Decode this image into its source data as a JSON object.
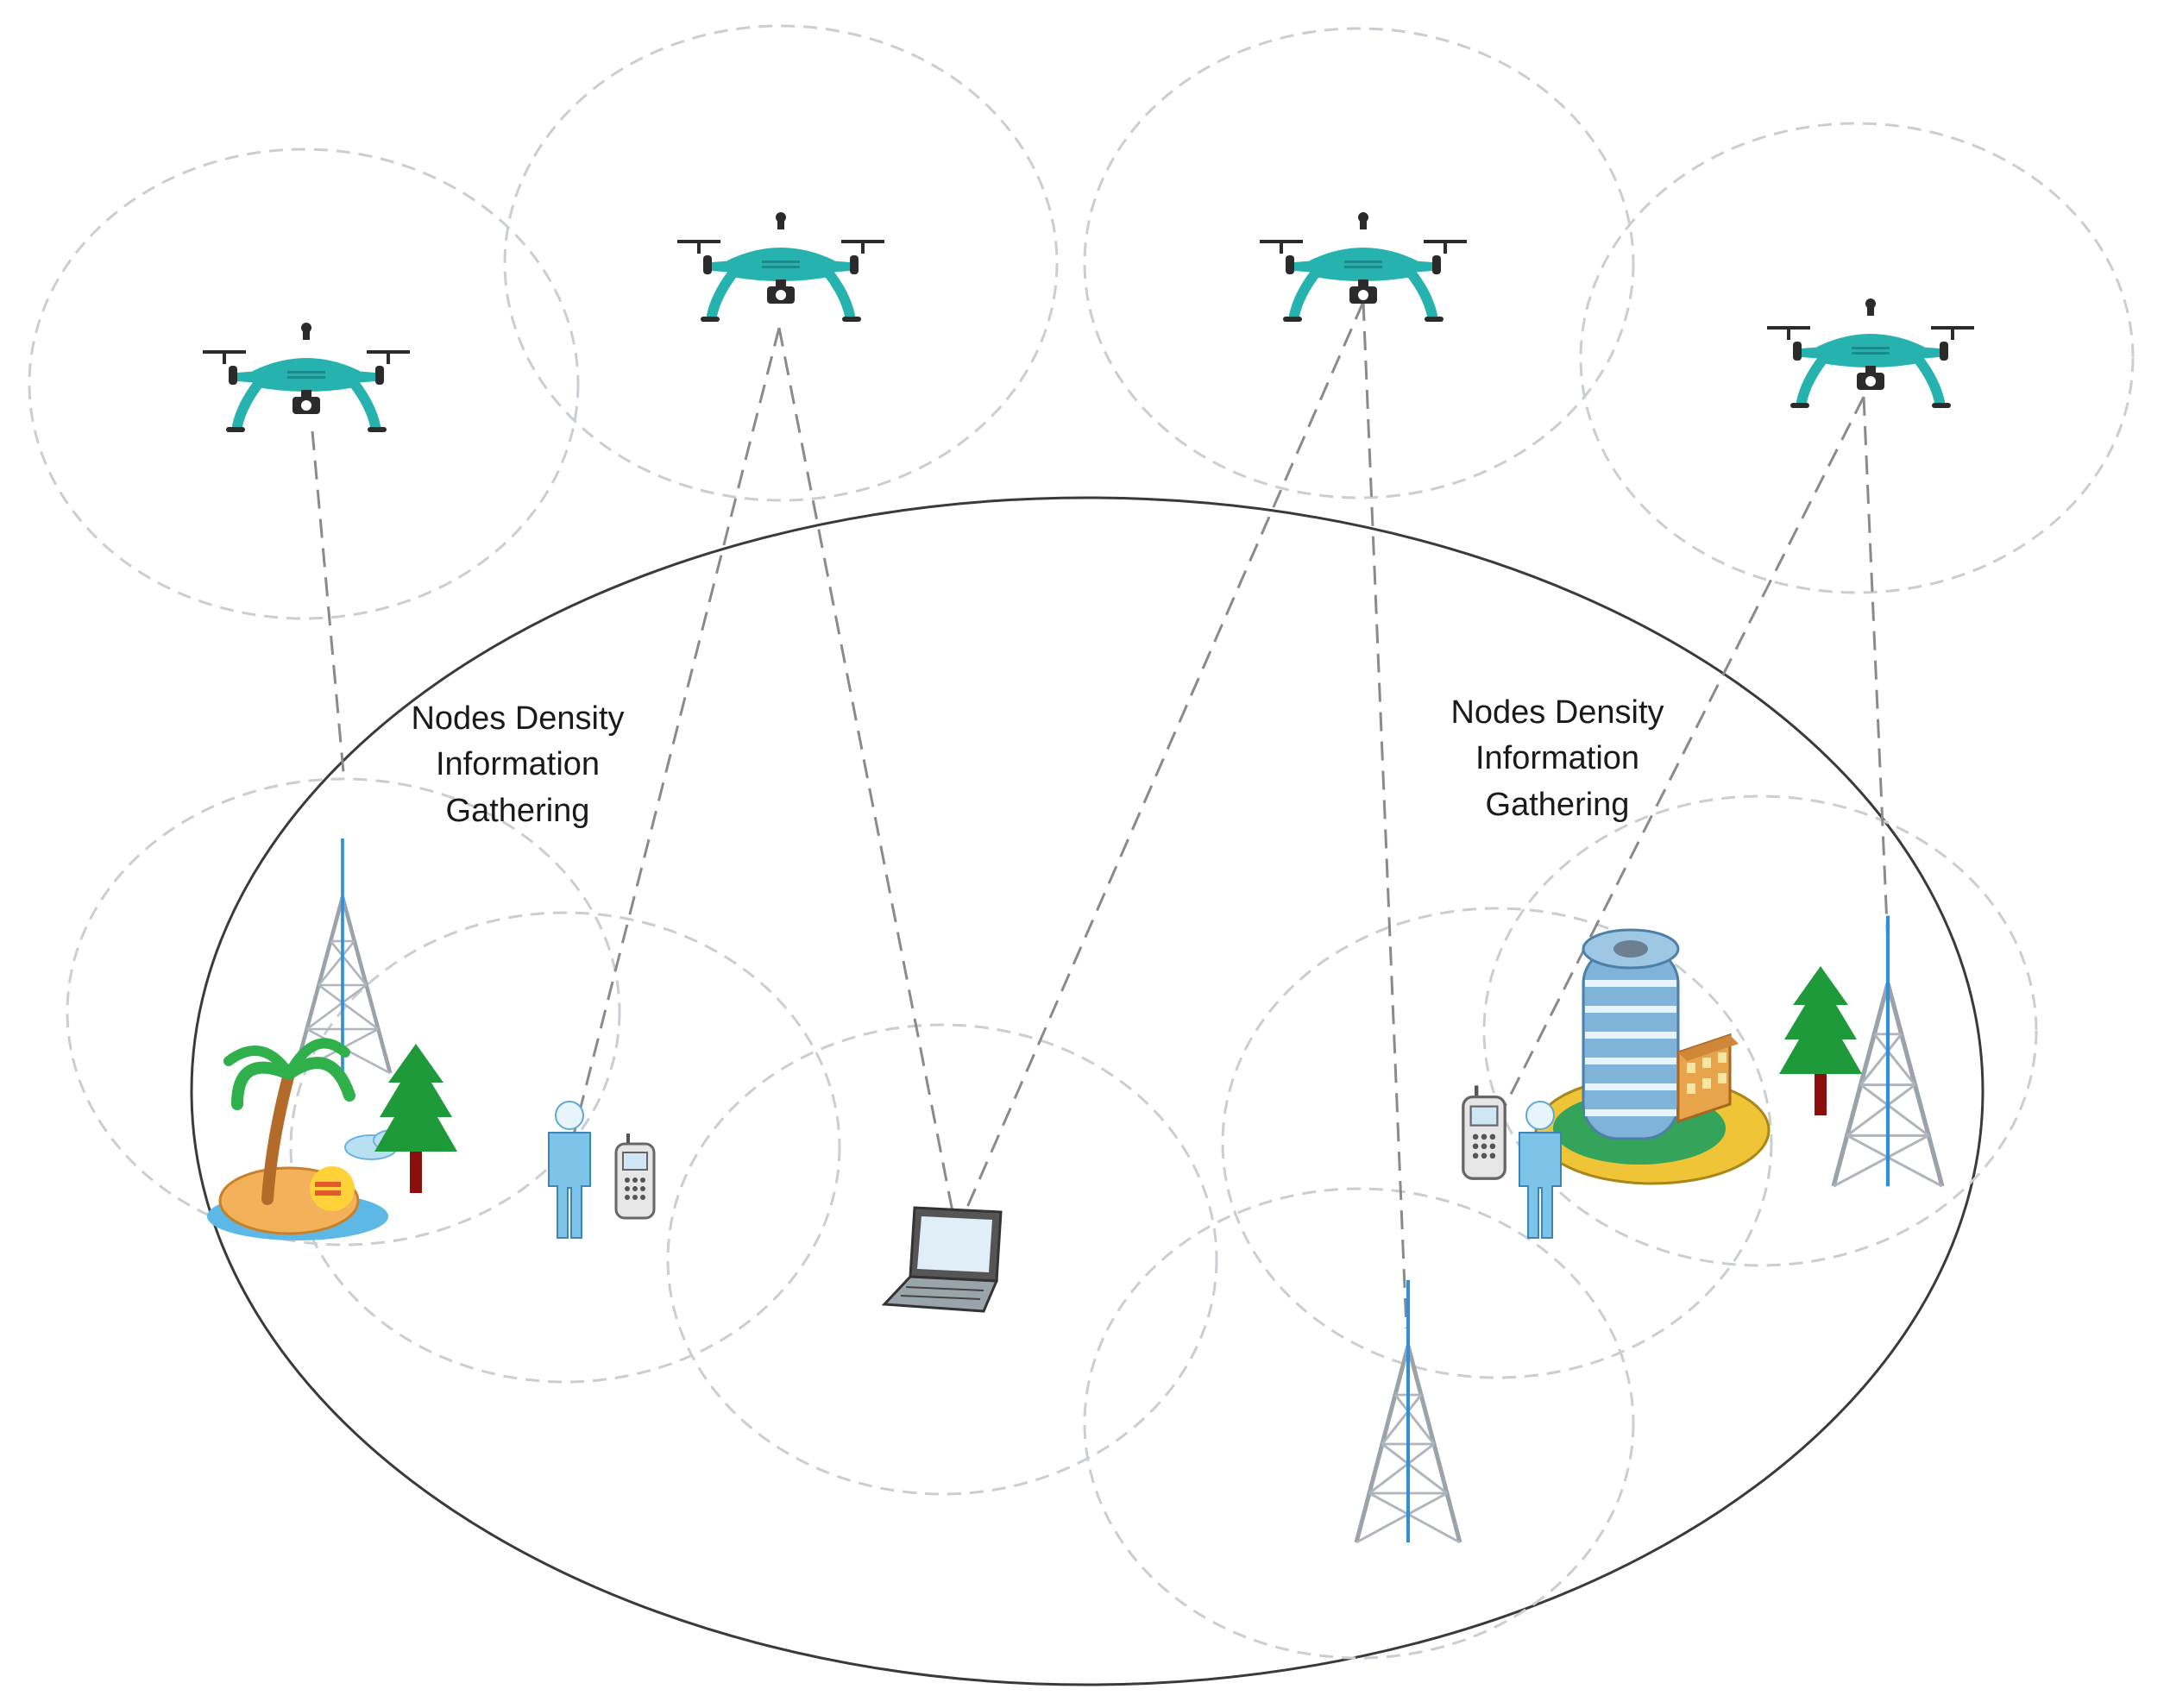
{
  "labels": {
    "left": [
      "Nodes Density",
      "Information",
      "Gathering"
    ],
    "right": [
      "Nodes Density",
      "Information",
      "Gathering"
    ]
  },
  "colors": {
    "drone": "#26b3b0",
    "drone_dark": "#1a8c8a",
    "coverage_ring": "#c9ced3",
    "link": "#8a8a8a",
    "area_outline": "#3a3a3a",
    "tower": "#9aa2aa",
    "tower_mast": "#2f8fd8",
    "tree": "#1f9a3a",
    "trunk": "#8b0f0f",
    "person": "#7ec3e8"
  },
  "icons": {
    "drones": [
      "drone-icon",
      "drone-icon",
      "drone-icon",
      "drone-icon"
    ],
    "towers": [
      "cell-tower-icon",
      "cell-tower-icon",
      "cell-tower-icon"
    ],
    "ground": [
      "island-icon",
      "tree-icon",
      "person-icon",
      "mobile-phone-icon",
      "laptop-icon",
      "office-building-icon",
      "tree-icon",
      "mobile-phone-icon",
      "person-icon"
    ]
  }
}
